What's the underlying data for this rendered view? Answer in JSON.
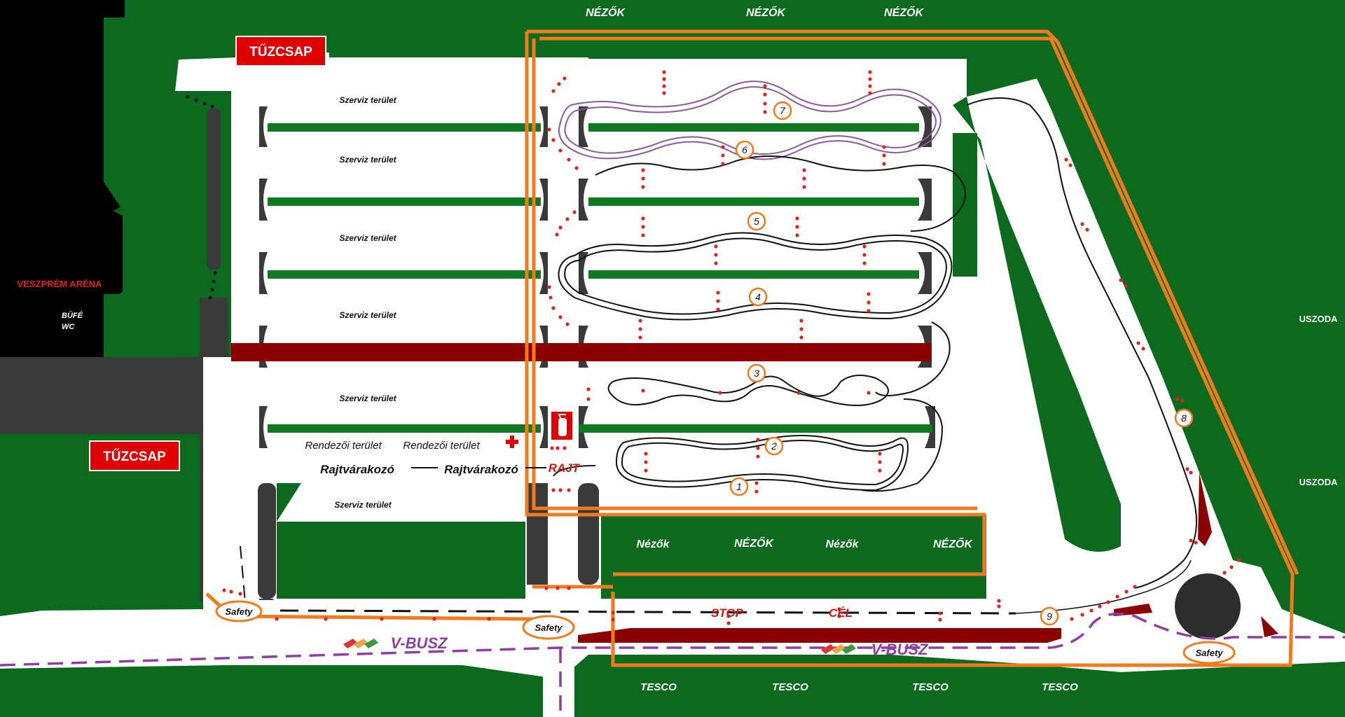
{
  "venue": {
    "arena": "VESZPRÉM ARÉNA",
    "bufe": "BÜFÉ",
    "wc": "WC"
  },
  "hydrants": [
    "TŰZCSAP",
    "TŰZCSAP"
  ],
  "service_areas": [
    "Szerviz terület",
    "Szerviz terület",
    "Szerviz terület",
    "Szerviz terület",
    "Szerviz terület",
    "Szerviz terület"
  ],
  "organizer_areas": [
    "Rendezői terület",
    "Rendezői terület"
  ],
  "start_waiting": [
    "Rajtvárakozó",
    "Rajtvárakozó"
  ],
  "start": "RAJT",
  "stop": "STOP",
  "finish": "CÉL",
  "spectators_top": [
    "NÉZŐK",
    "NÉZŐK",
    "NÉZŐK"
  ],
  "spectators_mid": [
    "Nézők",
    "NÉZŐK",
    "Nézők",
    "NÉZŐK"
  ],
  "tesco": [
    "TESCO",
    "TESCO",
    "TESCO",
    "TESCO"
  ],
  "uszoda": [
    "USZODA",
    "USZODA"
  ],
  "safety": [
    "Safety",
    "Safety",
    "Safety"
  ],
  "bus": [
    "V-BUSZ",
    "V-BUSZ"
  ],
  "waypoints": [
    "1",
    "2",
    "3",
    "4",
    "5",
    "6",
    "7",
    "8",
    "9"
  ],
  "colors": {
    "grass": "#0b6a1e",
    "asphalt": "#ffffff",
    "building": "#000000",
    "road_dark": "#3a3a3a",
    "divider_green": "#0f7a22",
    "divider_red": "#8b0000",
    "boundary": "#f07a1e",
    "bus_route": "#8e3fa0",
    "cones": "#dd2222",
    "loop_purple": "#8a5a9a",
    "hydrant_bg": "#e00000"
  }
}
